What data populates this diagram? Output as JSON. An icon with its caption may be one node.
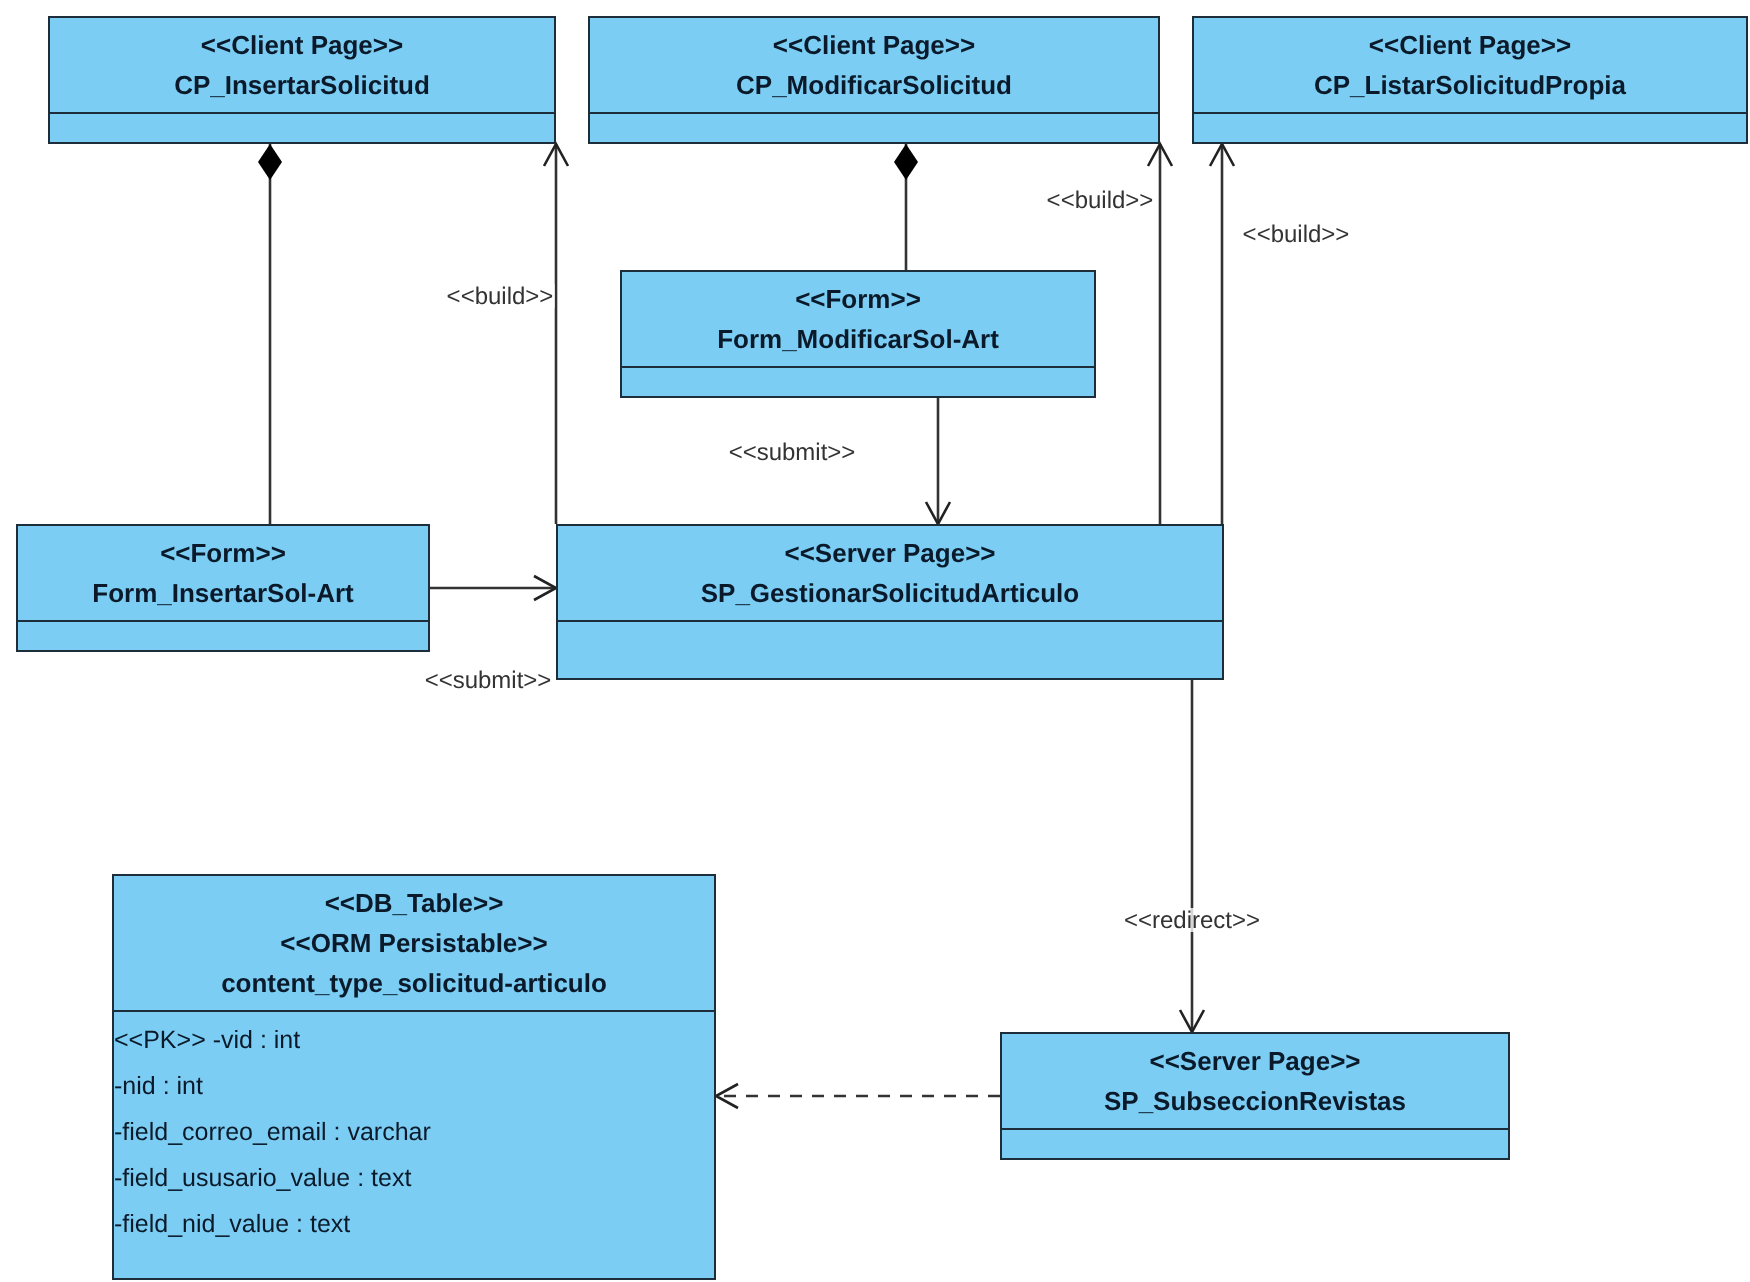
{
  "diagram": {
    "nodes": [
      {
        "text": [
          "<<Client Page>>",
          "CP_InsertarSolicitud"
        ]
      },
      {
        "text": [
          "<<Client Page>>",
          "CP_ModificarSolicitud"
        ]
      },
      {
        "text": [
          "<<Client Page>>",
          "CP_ListarSolicitudPropia"
        ]
      },
      {
        "text": [
          "<<Form>>",
          "Form_ModificarSol-Art"
        ]
      },
      {
        "text": [
          "<<Form>>",
          "Form_InsertarSol-Art"
        ]
      },
      {
        "text": [
          "<<Server Page>>",
          "SP_GestionarSolicitudArticulo"
        ]
      },
      {
        "text": [
          "<<DB_Table>>",
          "<<ORM Persistable>>",
          "content_type_solicitud-articulo",
          "<<PK>> -vid : int",
          "-nid : int",
          "-field_correo_email : varchar",
          "-field_ususario_value : text",
          "-field_nid_value : text"
        ]
      },
      {
        "text": [
          "<<Server Page>>",
          "SP_SubseccionRevistas"
        ]
      }
    ],
    "edges": [
      {
        "from": 4,
        "to": 0,
        "arrow": "other"
      },
      {
        "from": 3,
        "to": 1,
        "arrow": "other"
      },
      {
        "from": 5,
        "to": 0,
        "arrow": "to",
        "label": "<<build>>"
      },
      {
        "from": 5,
        "to": 1,
        "arrow": "to",
        "label": "<<build>>"
      },
      {
        "from": 5,
        "to": 2,
        "arrow": "to",
        "label": "<<build>>"
      },
      {
        "from": 3,
        "to": 5,
        "arrow": "to",
        "label": "<<submit>>"
      },
      {
        "from": 4,
        "to": 5,
        "arrow": "to",
        "label": "<<submit>>"
      },
      {
        "from": 5,
        "to": 7,
        "arrow": "to",
        "label": "<<redirect>>"
      },
      {
        "from": 7,
        "to": 6,
        "arrow": "to",
        "style": "dashed"
      }
    ]
  }
}
